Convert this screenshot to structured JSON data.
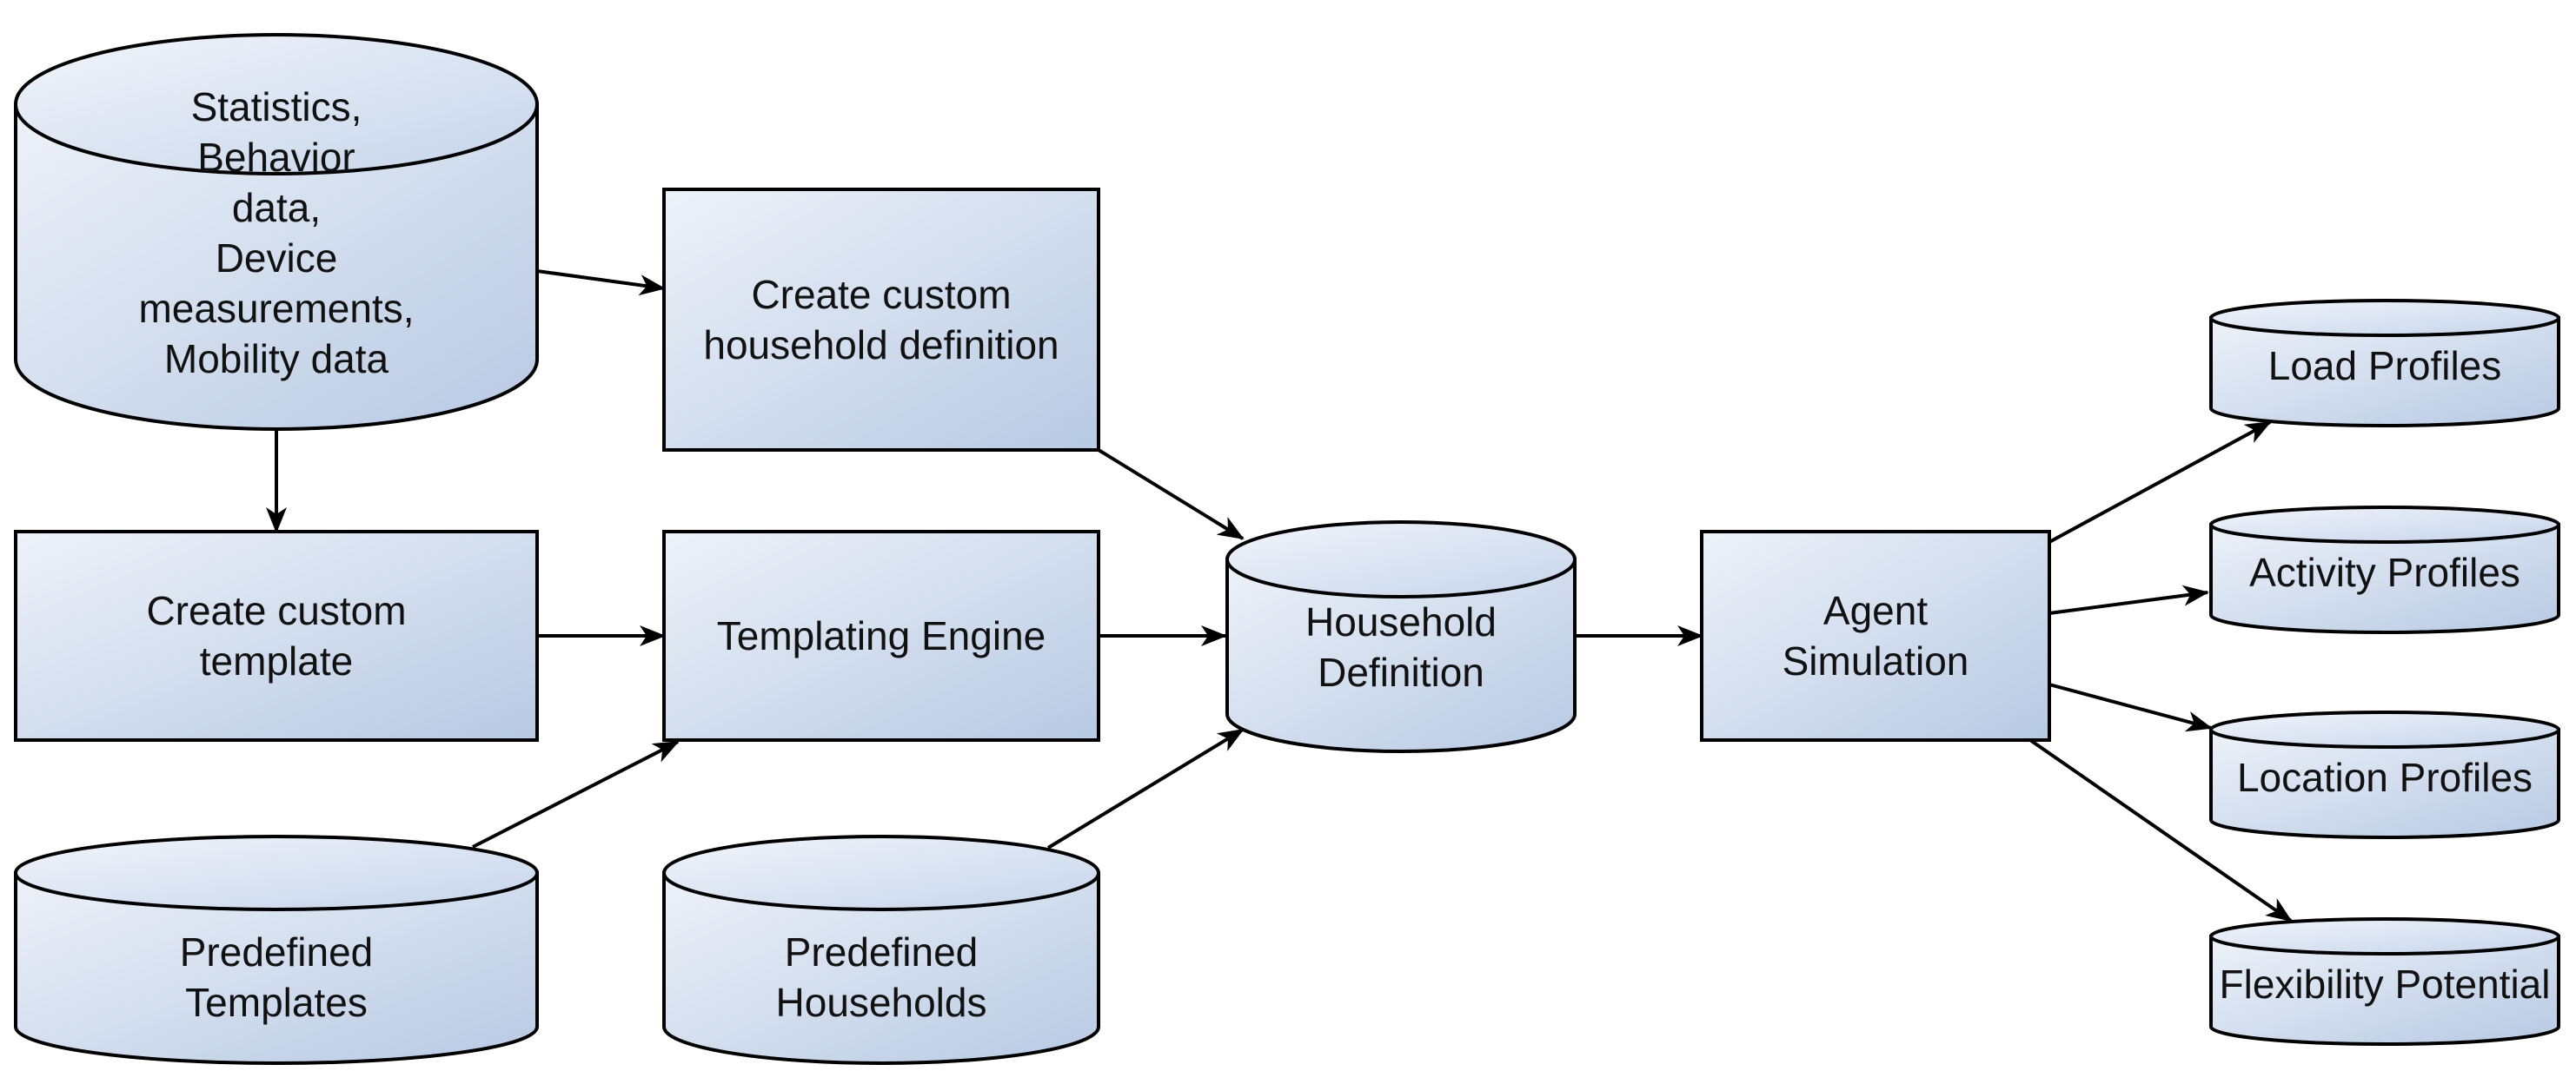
{
  "diagram": {
    "nodes": {
      "data_sources": {
        "label": "Statistics,\nBehavior\ndata,\nDevice\nmeasurements,\nMobility data"
      },
      "create_custom_household": {
        "label": "Create custom\nhousehold  definition"
      },
      "create_custom_template": {
        "label": "Create custom\ntemplate"
      },
      "templating_engine": {
        "label": "Templating Engine"
      },
      "predefined_templates": {
        "label": "Predefined\nTemplates"
      },
      "predefined_households": {
        "label": "Predefined\nHouseholds"
      },
      "household_definition": {
        "label": "Household\nDefinition"
      },
      "agent_simulation": {
        "label": "Agent\nSimulation"
      },
      "load_profiles": {
        "label": "Load Profiles"
      },
      "activity_profiles": {
        "label": "Activity Profiles"
      },
      "location_profiles": {
        "label": "Location Profiles"
      },
      "flexibility_potential": {
        "label": "Flexibility Potential"
      }
    }
  },
  "colors": {
    "fill_light": "#eef2f9",
    "fill_dark": "#b7c9e3",
    "stroke": "#000000",
    "text": "#111111"
  }
}
